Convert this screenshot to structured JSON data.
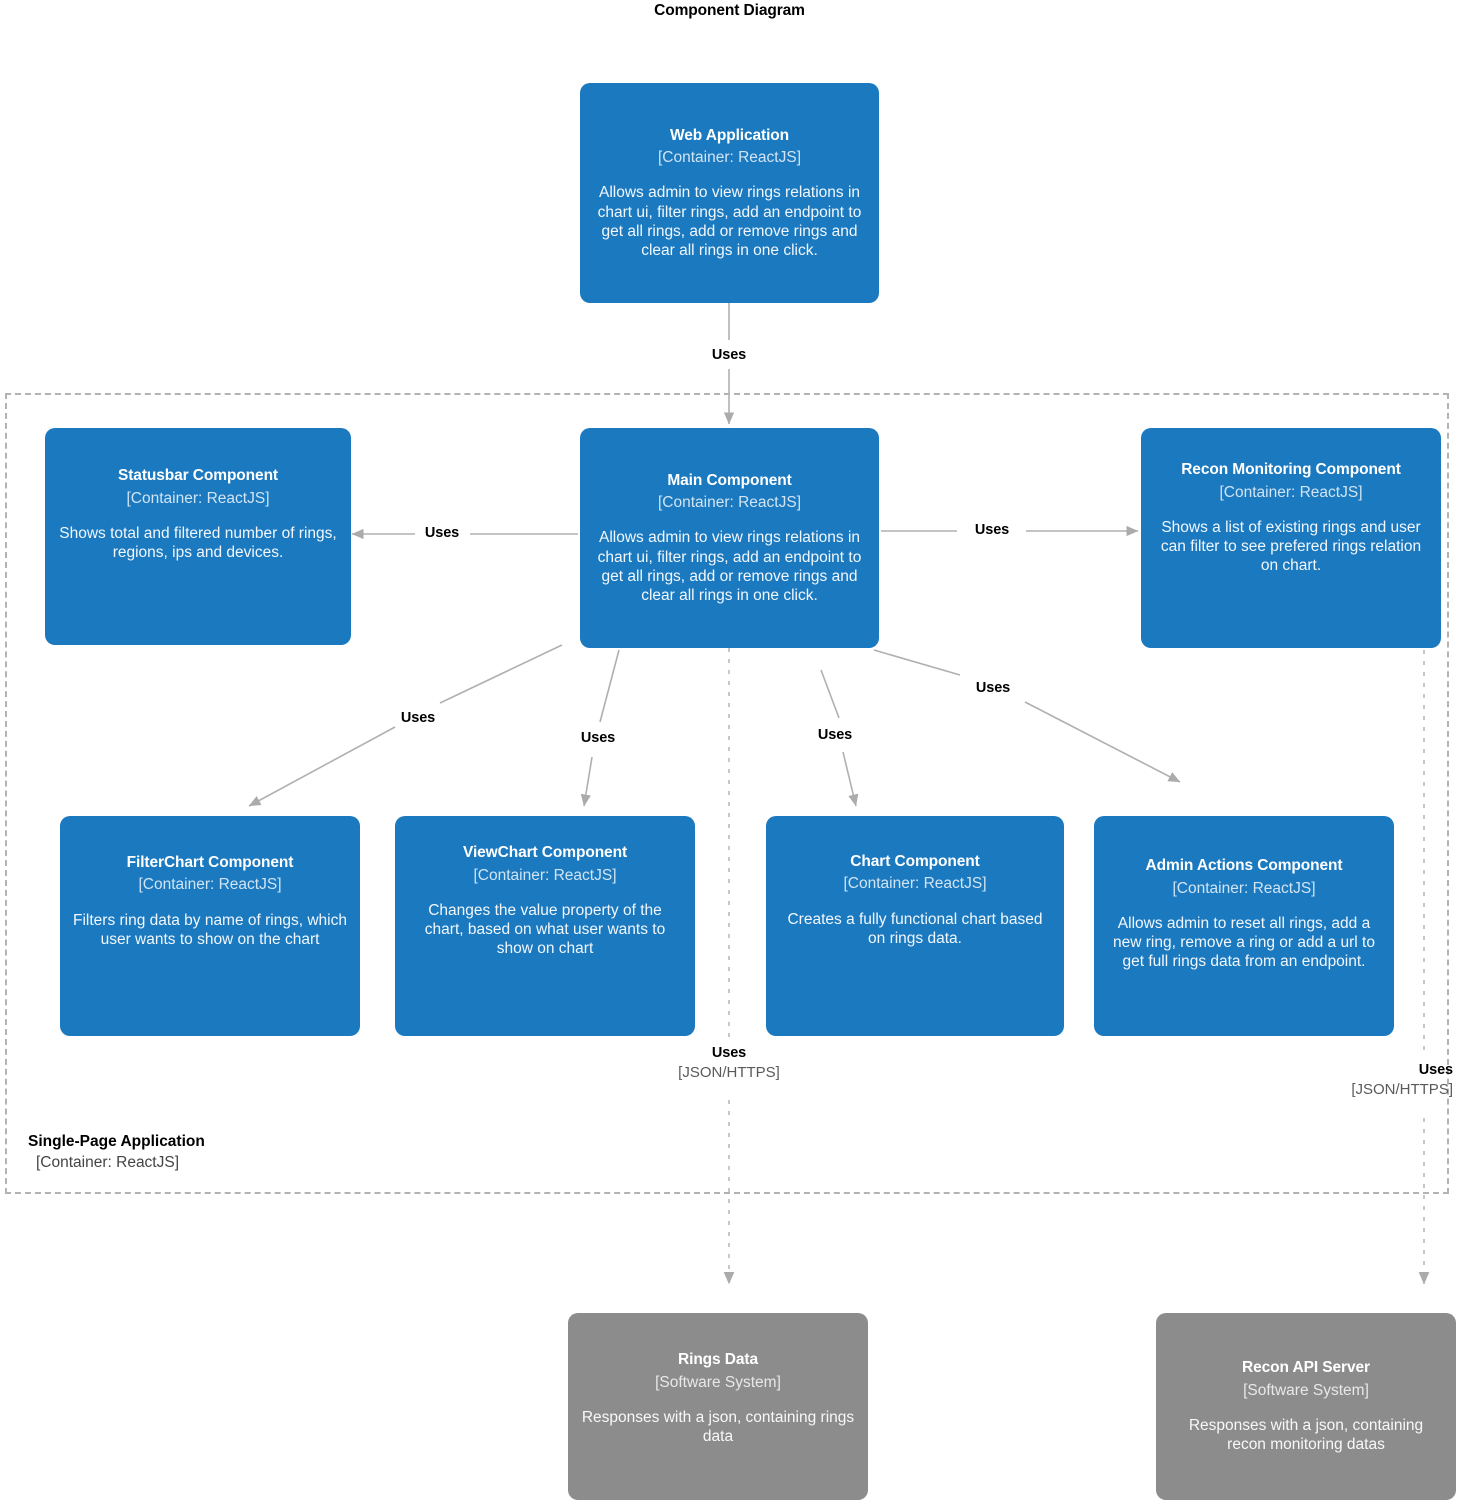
{
  "title": "Component Diagram",
  "colors": {
    "component": "#1b79c0",
    "external_system": "#8c8c8c",
    "boundary_border": "#b3b3b3",
    "connector": "#b0b0b0",
    "background": "#ffffff"
  },
  "boundary": {
    "name": "Single-Page Application",
    "technology": "[Container: ReactJS]"
  },
  "nodes": [
    {
      "id": "web-application",
      "name": "Web Application",
      "technology": "[Container: ReactJS]",
      "description": "Allows admin to view rings relations in chart ui, filter rings, add an endpoint to get all rings, add or remove rings and clear all rings in one click.",
      "kind": "container"
    },
    {
      "id": "statusbar-component",
      "name": "Statusbar Component",
      "technology": "[Container: ReactJS]",
      "description": "Shows total and filtered number of rings, regions, ips and devices.",
      "kind": "component"
    },
    {
      "id": "main-component",
      "name": "Main Component",
      "technology": "[Container: ReactJS]",
      "description": "Allows admin to view rings relations in chart ui, filter rings, add an endpoint to get all rings, add or remove rings and clear all rings in one click.",
      "kind": "component"
    },
    {
      "id": "recon-monitoring-component",
      "name": "Recon Monitoring Component",
      "technology": "[Container: ReactJS]",
      "description": "Shows a list of existing rings and user can filter to see prefered rings relation on chart.",
      "kind": "component"
    },
    {
      "id": "filterchart-component",
      "name": "FilterChart Component",
      "technology": "[Container: ReactJS]",
      "description": "Filters ring data by name of rings, which user wants to show on the chart",
      "kind": "component"
    },
    {
      "id": "viewchart-component",
      "name": "ViewChart Component",
      "technology": "[Container: ReactJS]",
      "description": "Changes the value property of the chart, based on what user wants to show on chart",
      "kind": "component"
    },
    {
      "id": "chart-component",
      "name": "Chart Component",
      "technology": "[Container: ReactJS]",
      "description": "Creates a fully functional chart based on rings data.",
      "kind": "component"
    },
    {
      "id": "admin-actions-component",
      "name": "Admin Actions Component",
      "technology": "[Container: ReactJS]",
      "description": "Allows admin to reset all rings, add a new ring, remove a ring or add a url to get full rings data from an endpoint.",
      "kind": "component"
    },
    {
      "id": "rings-data",
      "name": "Rings Data",
      "technology": "[Software System]",
      "description": "Responses with a json, containing rings data",
      "kind": "external"
    },
    {
      "id": "recon-api-server",
      "name": "Recon API Server",
      "technology": "[Software System]",
      "description": "Responses with a json, containing recon monitoring datas",
      "kind": "external"
    }
  ],
  "edges": [
    {
      "id": "web-to-main",
      "from": "web-application",
      "to": "main-component",
      "verb": "Uses",
      "technology": ""
    },
    {
      "id": "main-to-statusbar",
      "from": "main-component",
      "to": "statusbar-component",
      "verb": "Uses",
      "technology": ""
    },
    {
      "id": "main-to-recon-monitoring",
      "from": "main-component",
      "to": "recon-monitoring-component",
      "verb": "Uses",
      "technology": ""
    },
    {
      "id": "main-to-filterchart",
      "from": "main-component",
      "to": "filterchart-component",
      "verb": "Uses",
      "technology": ""
    },
    {
      "id": "main-to-viewchart",
      "from": "main-component",
      "to": "viewchart-component",
      "verb": "Uses",
      "technology": ""
    },
    {
      "id": "main-to-chart",
      "from": "main-component",
      "to": "chart-component",
      "verb": "Uses",
      "technology": ""
    },
    {
      "id": "main-to-admin-actions",
      "from": "main-component",
      "to": "admin-actions-component",
      "verb": "Uses",
      "technology": ""
    },
    {
      "id": "spa-to-rings-data",
      "from": "main-component",
      "to": "rings-data",
      "verb": "Uses",
      "technology": "[JSON/HTTPS]"
    },
    {
      "id": "spa-to-recon-api",
      "from": "admin-actions-component",
      "to": "recon-api-server",
      "verb": "Uses",
      "technology": "[JSON/HTTPS]"
    }
  ]
}
